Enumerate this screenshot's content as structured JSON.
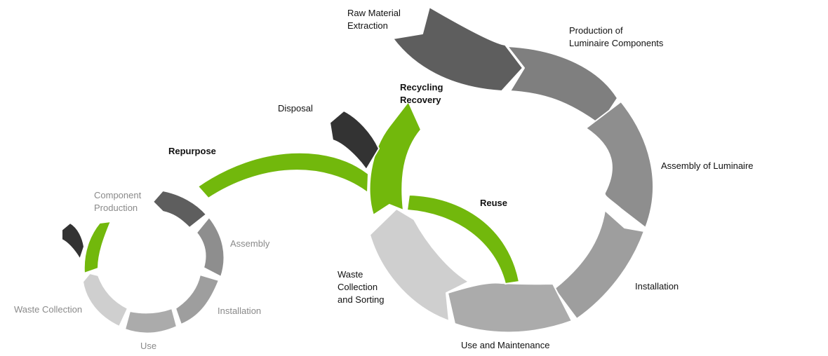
{
  "labels": {
    "raw_material": [
      "Raw Material",
      "Extraction"
    ],
    "production": [
      "Production of",
      "Luminaire Components"
    ],
    "assembly_big": [
      "Assembly of Luminaire"
    ],
    "installation_big": [
      "Installation"
    ],
    "use_maintenance": [
      "Use and Maintenance"
    ],
    "waste_big": [
      "Waste",
      "Collection",
      "and Sorting"
    ],
    "recycling": [
      "Recycling",
      "Recovery"
    ],
    "reuse": [
      "Reuse"
    ],
    "disposal": [
      "Disposal"
    ],
    "repurpose": [
      "Repurpose"
    ],
    "component_production": [
      "Component",
      "Production"
    ],
    "assembly_small": [
      "Assembly"
    ],
    "installation_small": [
      "Installation"
    ],
    "use_small": [
      "Use"
    ],
    "waste_small": [
      "Waste Collection"
    ]
  },
  "colors": {
    "green": "#72b80c",
    "dark": "#333333",
    "gray_1": "#5e5e5e",
    "gray_2": "#7f7f7f",
    "gray_3": "#8e8e8e",
    "gray_4": "#9e9e9e",
    "gray_5": "#ababab",
    "gray_6": "#cfcfcf"
  }
}
